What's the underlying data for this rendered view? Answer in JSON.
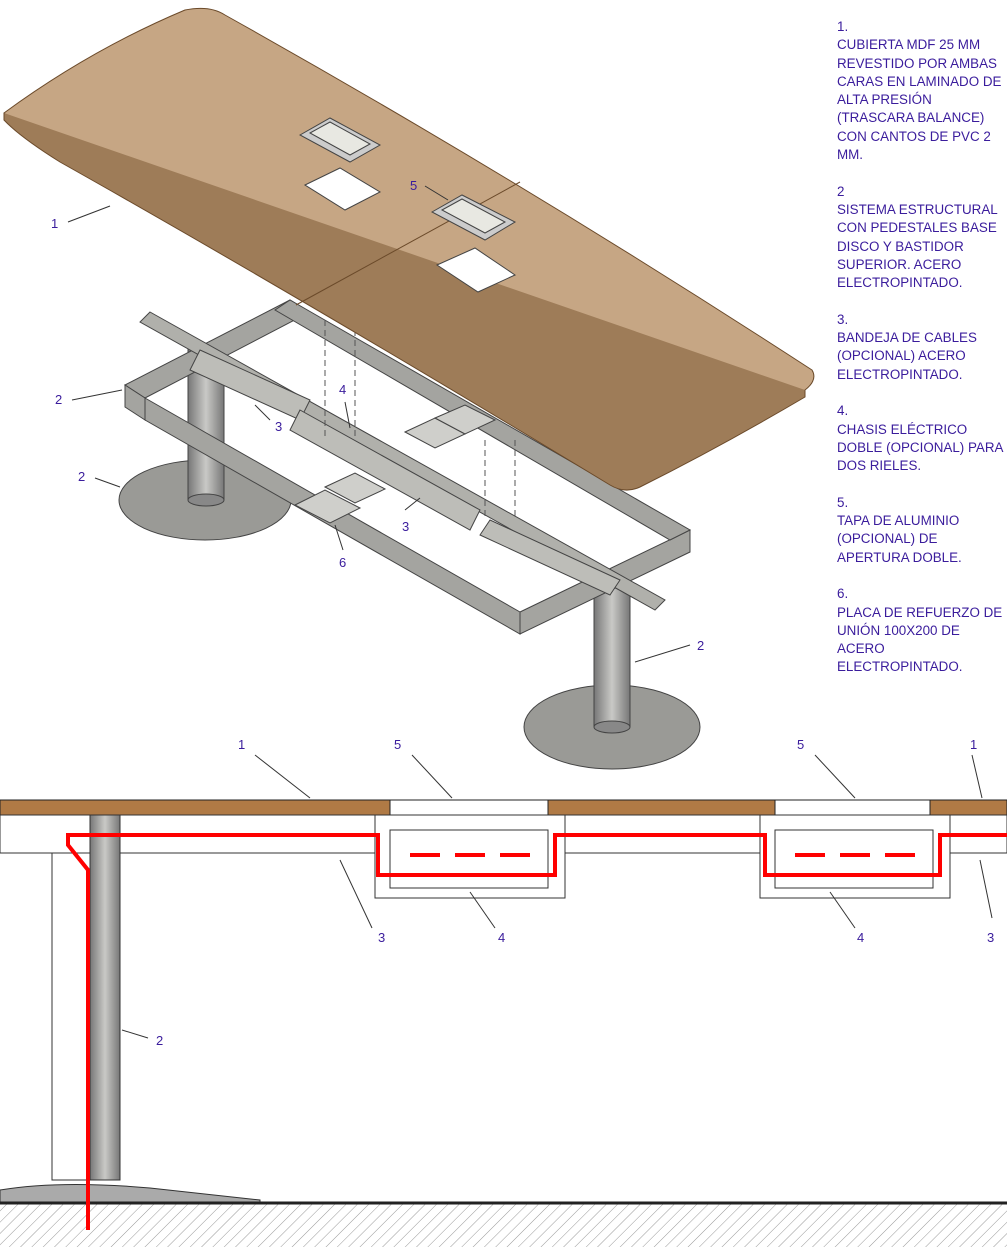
{
  "legend": [
    {
      "num": "1.",
      "text": "CUBIERTA MDF 25 MM REVESTIDO POR AMBAS CARAS EN LAMINADO DE ALTA PRESIÓN (TRASCARA BALANCE) CON CANTOS DE PVC 2 MM."
    },
    {
      "num": "2",
      "text": "SISTEMA ESTRUCTURAL CON PEDESTALES BASE DISCO Y BASTIDOR SUPERIOR. ACERO ELECTROPINTADO."
    },
    {
      "num": "3.",
      "text": "BANDEJA DE CABLES (OPCIONAL) ACERO ELECTROPINTADO."
    },
    {
      "num": "4.",
      "text": "CHASIS ELÉCTRICO DOBLE (OPCIONAL) PARA DOS RIELES."
    },
    {
      "num": "5.",
      "text": "TAPA DE ALUMINIO (OPCIONAL) DE APERTURA DOBLE."
    },
    {
      "num": "6.",
      "text": "PLACA DE REFUERZO DE UNIÓN 100X200 DE ACERO ELECTROPINTADO."
    }
  ],
  "iso_callouts": [
    "1",
    "5",
    "2",
    "2",
    "3",
    "4",
    "3",
    "6",
    "2"
  ],
  "section_callouts": [
    "1",
    "5",
    "5",
    "1",
    "3",
    "4",
    "4",
    "3",
    "2"
  ],
  "colors": {
    "text": "#3a1c9c",
    "top": "#c8a886",
    "steel": "#9a9a96",
    "cable": "#ff0000",
    "edge": "#8b5a2b"
  }
}
